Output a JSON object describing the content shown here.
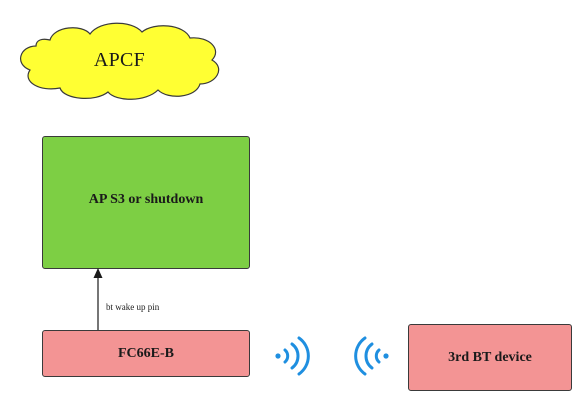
{
  "diagram": {
    "cloud": {
      "label": "APCF",
      "fill": "#ffff33",
      "stroke": "#3a3a3a"
    },
    "ap_box": {
      "label": "AP S3 or shutdown",
      "fill": "#7dcf44"
    },
    "connector": {
      "label": "bt wake up pin",
      "direction": "up"
    },
    "fc_box": {
      "label": "FC66E-B",
      "fill": "#f39494"
    },
    "bt_device_box": {
      "label": "3rd BT device",
      "fill": "#f39494"
    },
    "signal": {
      "left_icon": "wireless-signal-right-icon",
      "right_icon": "wireless-signal-left-icon",
      "color": "#1f8fe0"
    }
  }
}
